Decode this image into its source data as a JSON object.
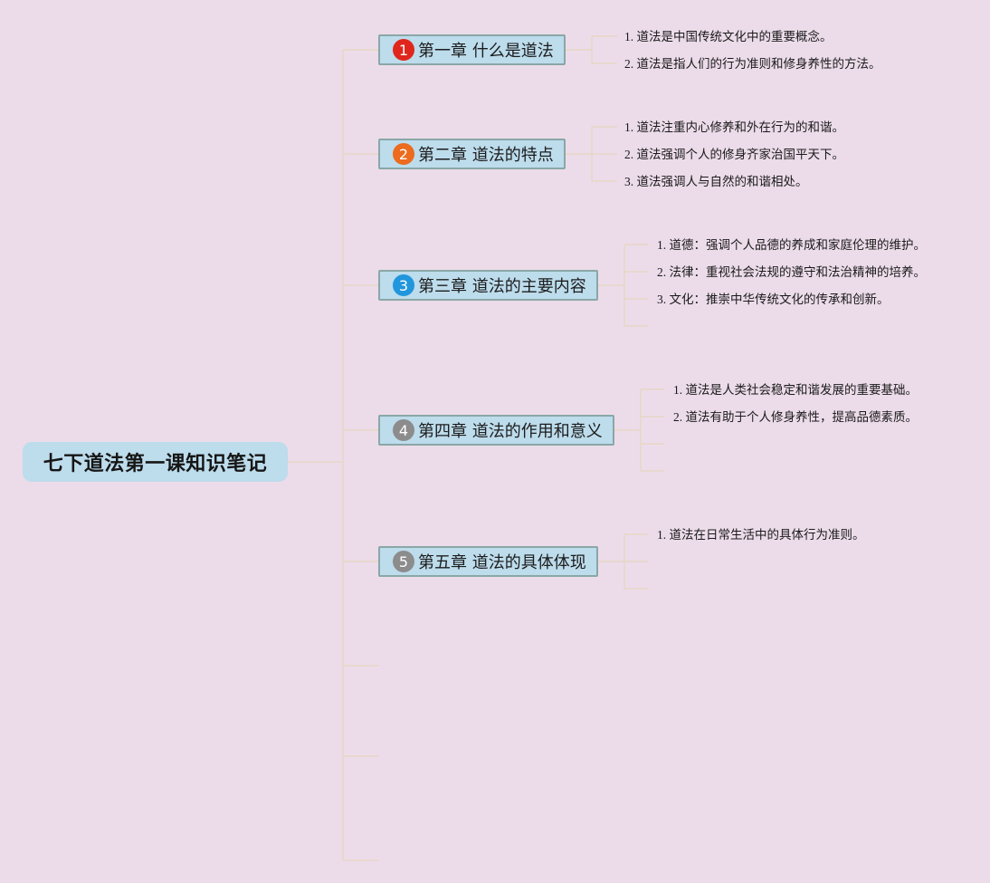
{
  "mindmap": {
    "root": {
      "label": "七下道法第一课知识笔记"
    },
    "chapters": [
      {
        "badge": "1",
        "badge_color": "#e0261c",
        "title": "第一章 什么是道法",
        "notes": [
          "1. 道法是中国传统文化中的重要概念。",
          "2. 道法是指人们的行为准则和修身养性的方法。"
        ]
      },
      {
        "badge": "2",
        "badge_color": "#ec6b1e",
        "title": "第二章 道法的特点",
        "notes": [
          "1. 道法注重内心修养和外在行为的和谐。",
          "2. 道法强调个人的修身齐家治国平天下。",
          "3. 道法强调人与自然的和谐相处。"
        ]
      },
      {
        "badge": "3",
        "badge_color": "#2196dc",
        "title": "第三章 道法的主要内容",
        "notes": [
          "1. 道德：强调个人品德的养成和家庭伦理的维护。",
          "2. 法律：重视社会法规的遵守和法治精神的培养。",
          "3. 文化：推崇中华传统文化的传承和创新。"
        ]
      },
      {
        "badge": "4",
        "badge_color": "#8c8c8c",
        "title": "第四章 道法的作用和意义",
        "notes": [
          "1. 道法是人类社会稳定和谐发展的重要基础。",
          "2. 道法有助于个人修身养性，提高品德素质。"
        ]
      },
      {
        "badge": "5",
        "badge_color": "#8c8c8c",
        "title": "第五章 道法的具体体现",
        "notes": [
          "1. 道法在日常生活中的具体行为准则。"
        ]
      }
    ]
  }
}
